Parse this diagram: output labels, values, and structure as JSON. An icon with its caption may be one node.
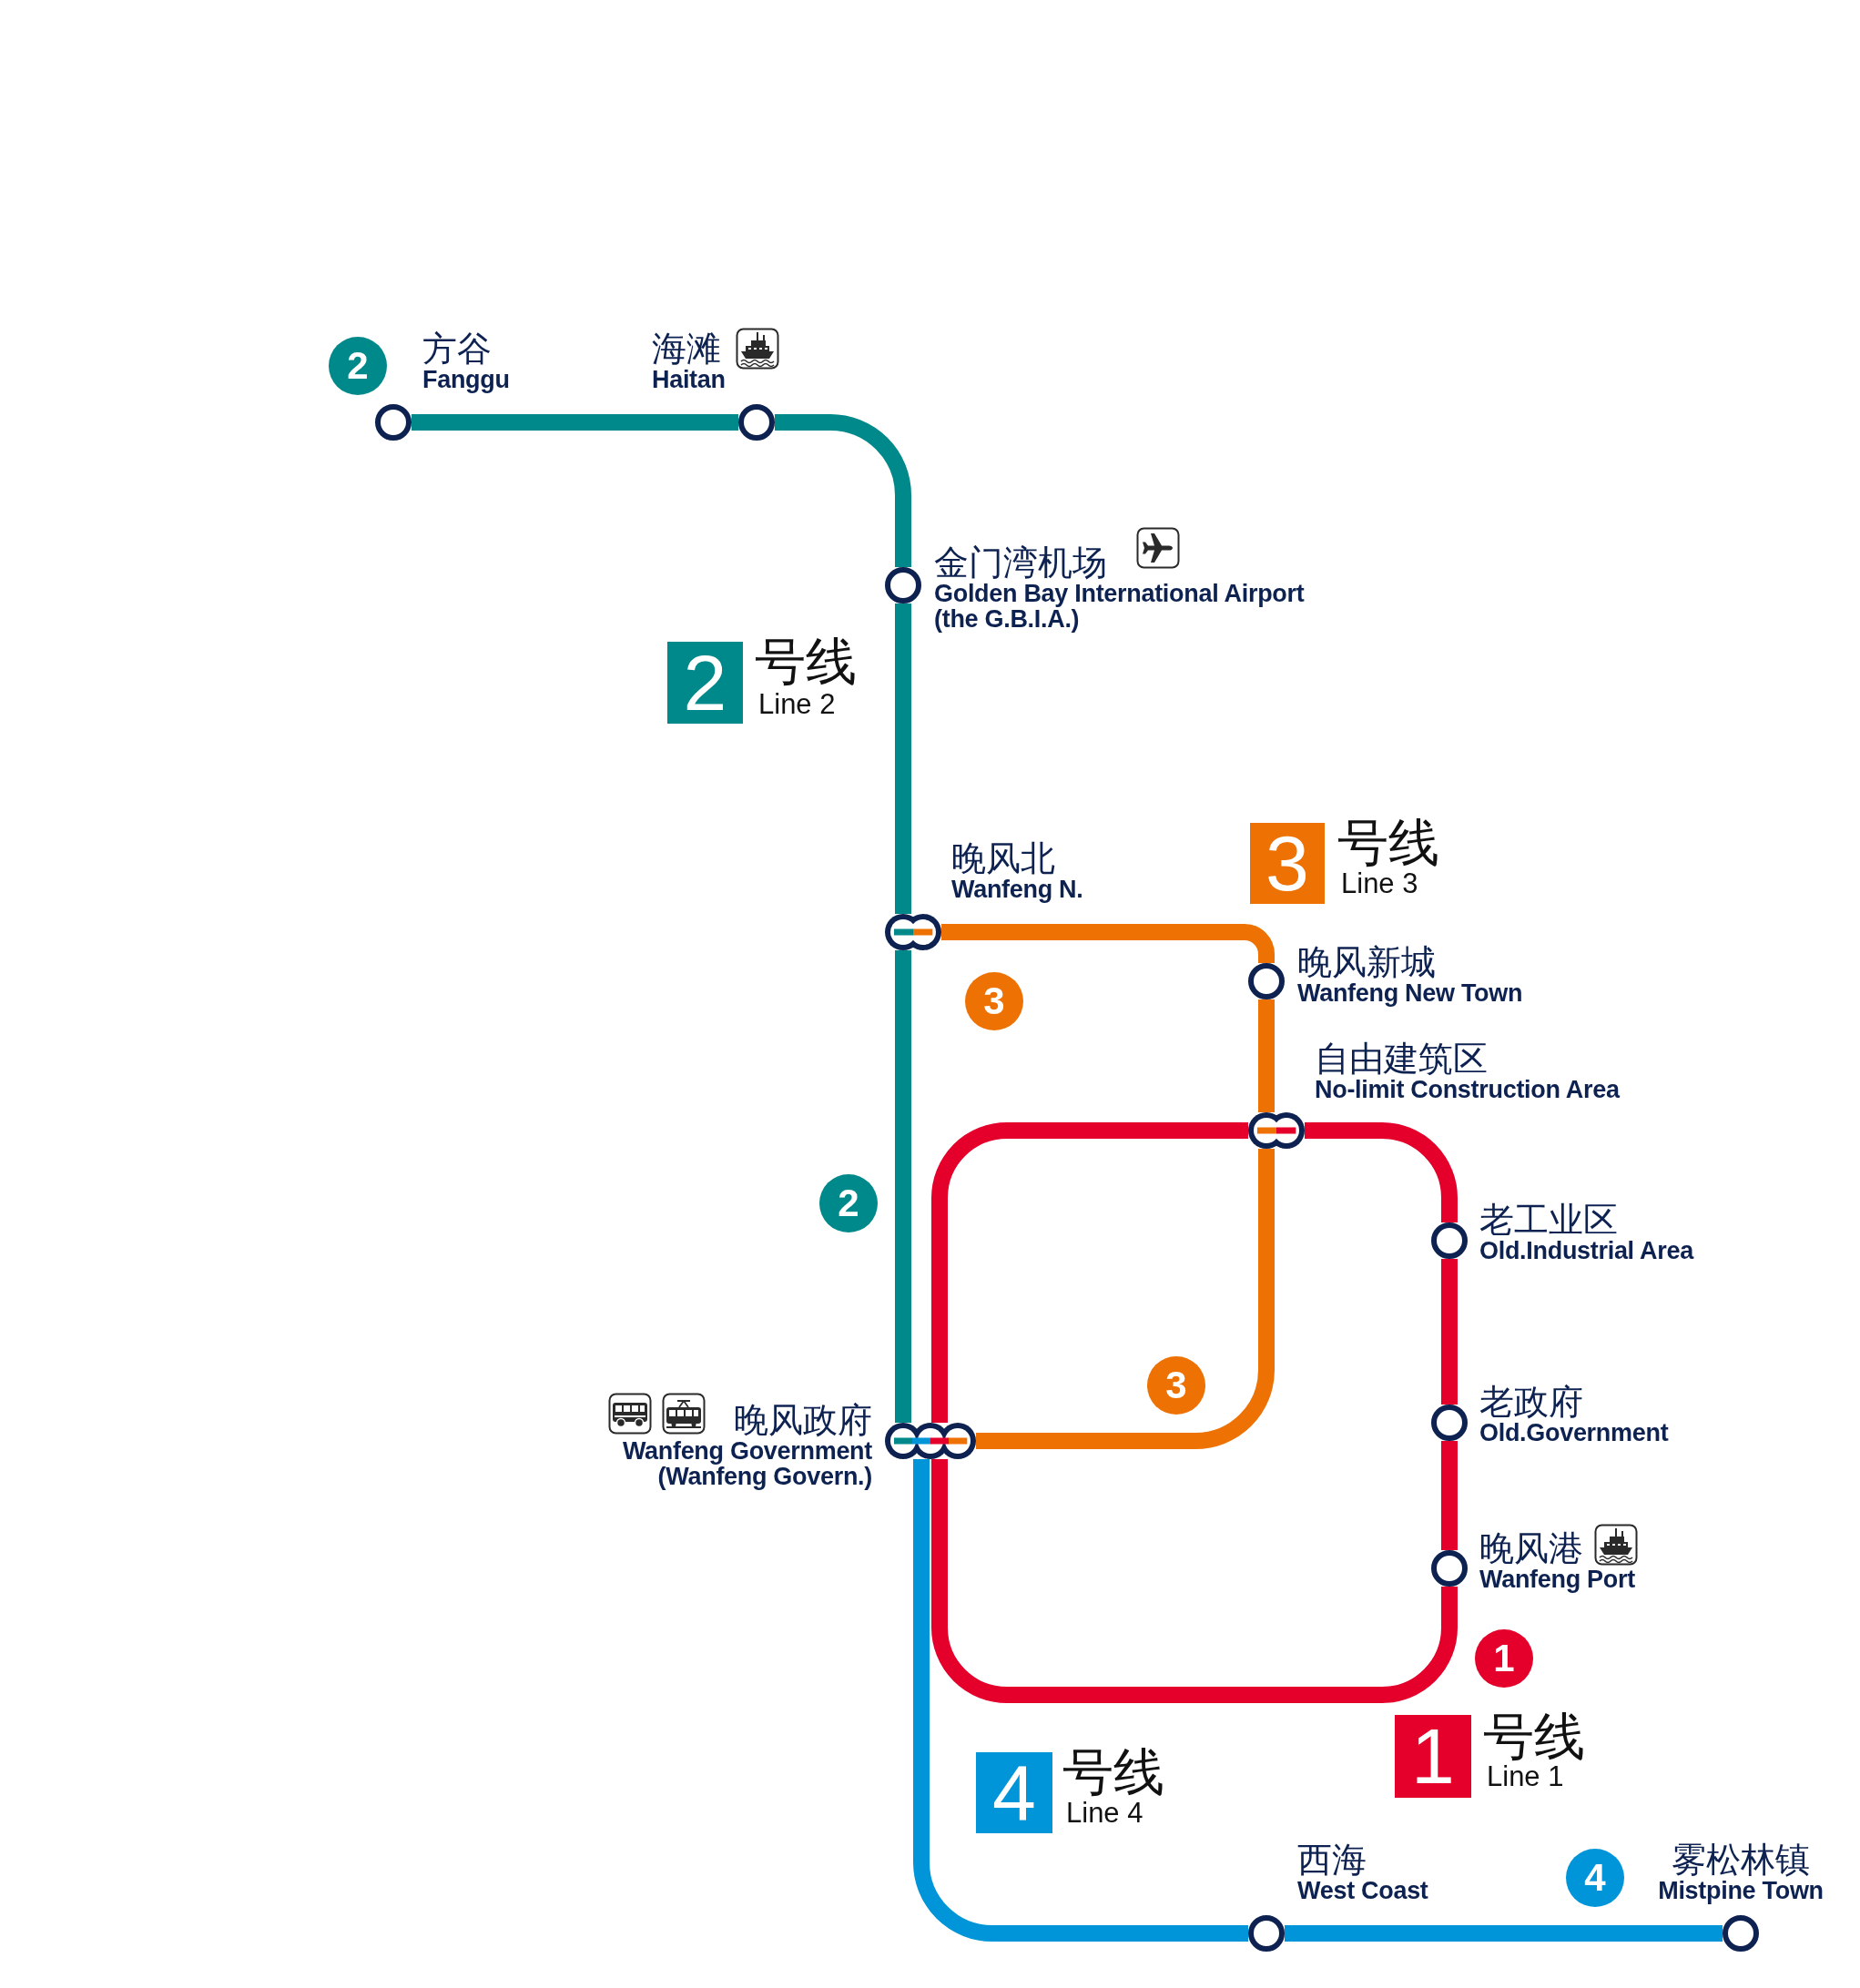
{
  "diagram": {
    "nodes": [
      {
        "text": [
          "2"
        ]
      },
      {
        "text": [
          "方谷",
          "Fanggu"
        ]
      },
      {
        "text": [
          "海滩",
          "Haitan"
        ]
      },
      {
        "text": [
          "金门湾机场",
          "Golden Bay International Airport",
          "(the G.B.I.A.)"
        ]
      },
      {
        "text": [
          "2"
        ],
        "beside": [
          "号线",
          "Line 2"
        ]
      },
      {
        "text": [
          "晚风北",
          "Wanfeng N."
        ]
      },
      {
        "text": [
          "3"
        ],
        "beside": [
          "号线",
          "Line 3"
        ]
      },
      {
        "text": [
          "晚风新城",
          "Wanfeng New Town"
        ]
      },
      {
        "text": [
          "3"
        ]
      },
      {
        "text": [
          "自由建筑区",
          "No-limit Construction Area"
        ]
      },
      {
        "text": [
          "2"
        ]
      },
      {
        "text": [
          "老工业区",
          "Old.Industrial Area"
        ]
      },
      {
        "text": [
          "3"
        ]
      },
      {
        "text": [
          "晚风政府",
          "Wanfeng Government",
          "(Wanfeng Govern.)"
        ]
      },
      {
        "text": [
          "老政府",
          "Old.Government"
        ]
      },
      {
        "text": [
          "晚风港",
          "Wanfeng Port"
        ]
      },
      {
        "text": [
          "1"
        ]
      },
      {
        "text": [
          "1"
        ],
        "beside": [
          "号线",
          "Line 1"
        ]
      },
      {
        "text": [
          "4"
        ],
        "beside": [
          "号线",
          "Line 4"
        ]
      },
      {
        "text": [
          "西海",
          "West Coast"
        ]
      },
      {
        "text": [
          "4"
        ]
      },
      {
        "text": [
          "雾松林镇",
          "Mistpine Town"
        ]
      }
    ],
    "edges": [
      {
        "from": 1,
        "to": 2,
        "arrow": "none",
        "color": "#00898a"
      },
      {
        "from": 2,
        "to": 3,
        "arrow": "none",
        "color": "#00898a"
      },
      {
        "from": 3,
        "to": 5,
        "arrow": "none",
        "color": "#00898a"
      },
      {
        "from": 5,
        "to": 13,
        "arrow": "none",
        "color": "#00898a"
      },
      {
        "from": 5,
        "to": 7,
        "arrow": "none",
        "color": "#ee7203"
      },
      {
        "from": 7,
        "to": 9,
        "arrow": "none",
        "color": "#ee7203"
      },
      {
        "from": 9,
        "to": 13,
        "arrow": "none",
        "color": "#ee7203"
      },
      {
        "from": 13,
        "to": 9,
        "arrow": "none",
        "color": "#e4002b"
      },
      {
        "from": 9,
        "to": 11,
        "arrow": "none",
        "color": "#e4002b"
      },
      {
        "from": 11,
        "to": 14,
        "arrow": "none",
        "color": "#e4002b"
      },
      {
        "from": 14,
        "to": 15,
        "arrow": "none",
        "color": "#e4002b"
      },
      {
        "from": 15,
        "to": 13,
        "arrow": "none",
        "color": "#e4002b"
      },
      {
        "from": 13,
        "to": 19,
        "arrow": "none",
        "color": "#0095d9"
      },
      {
        "from": 19,
        "to": 21,
        "arrow": "none",
        "color": "#0095d9"
      }
    ]
  }
}
